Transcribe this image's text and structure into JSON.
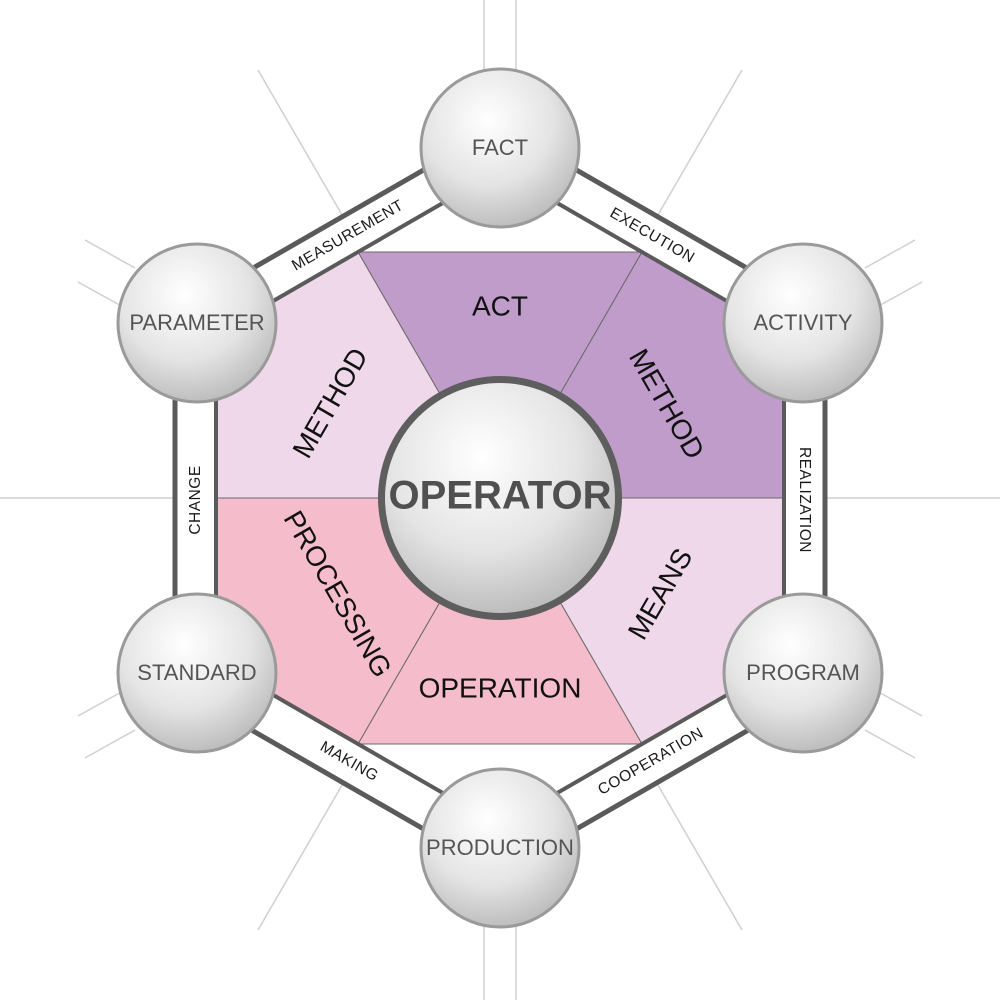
{
  "center": {
    "label": "OPERATOR"
  },
  "nodes": {
    "top": "FACT",
    "top_right": "ACTIVITY",
    "bottom_right": "PROGRAM",
    "bottom": "PRODUCTION",
    "bottom_left": "STANDARD",
    "top_left": "PARAMETER"
  },
  "edges": {
    "top_right": "EXECUTION",
    "right": "REALIZATION",
    "bottom_right": "COOPERATION",
    "bottom_left": "MAKING",
    "left": "CHANGE",
    "top_left": "MEASUREMENT"
  },
  "segments": {
    "top": "ACT",
    "upper_right": "METHOD",
    "lower_right": "MEANS",
    "bottom": "OPERATION",
    "lower_left": "PROCESSING",
    "upper_left": "METHOD"
  },
  "colors": {
    "dark_purple": "#c09ccb",
    "light_pink": "#eed8e9",
    "rose": "#f5bccb",
    "hexagon_border": "#555555",
    "ray": "#d0d0d0"
  }
}
